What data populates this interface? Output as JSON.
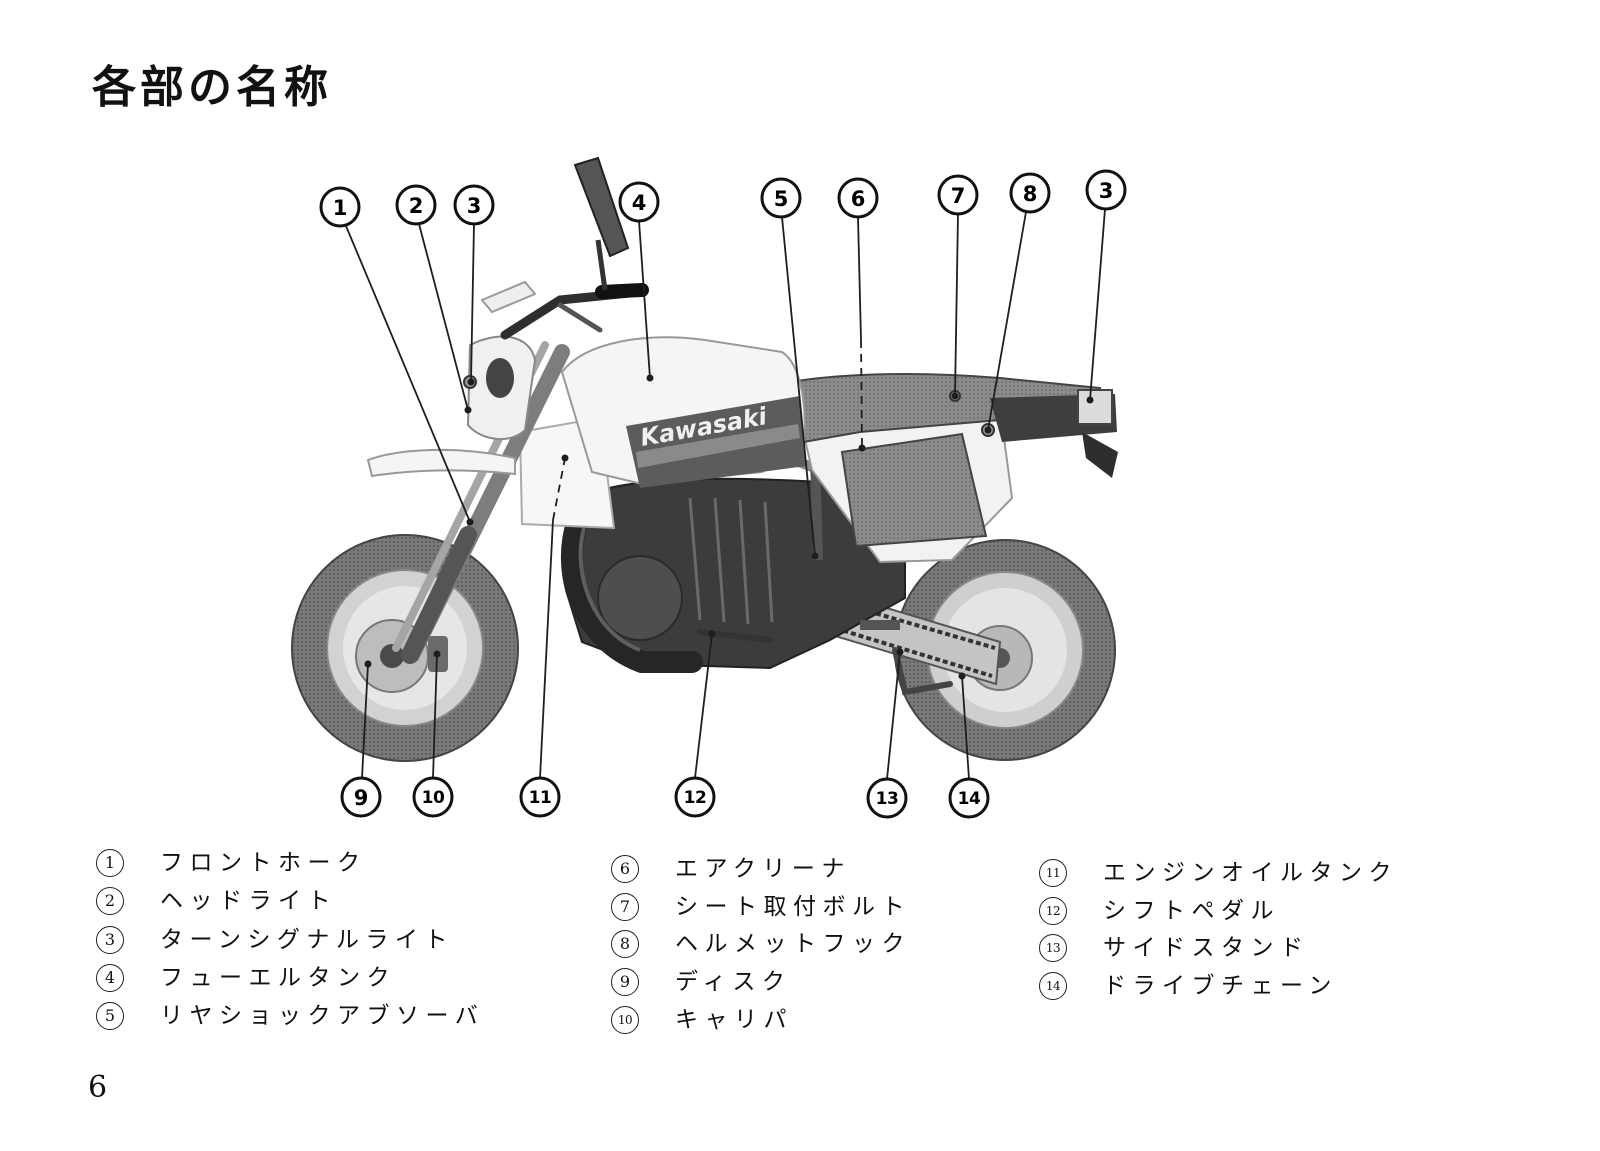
{
  "page": {
    "title": "各部の名称",
    "page_number": "6"
  },
  "figure": {
    "tank_logo": "Kawasaki",
    "callouts_top": [
      "1",
      "2",
      "3",
      "4",
      "5",
      "6",
      "7",
      "8",
      "3"
    ],
    "callouts_bottom": [
      "9",
      "10",
      "11",
      "12",
      "13",
      "14"
    ]
  },
  "legend": {
    "items": [
      {
        "number": "1",
        "label": "フロントホーク"
      },
      {
        "number": "2",
        "label": "ヘッドライト"
      },
      {
        "number": "3",
        "label": "ターンシグナルライト"
      },
      {
        "number": "4",
        "label": "フューエルタンク"
      },
      {
        "number": "5",
        "label": "リヤショックアブソーバ"
      },
      {
        "number": "6",
        "label": "エアクリーナ"
      },
      {
        "number": "7",
        "label": "シート取付ボルト"
      },
      {
        "number": "8",
        "label": "ヘルメットフック"
      },
      {
        "number": "9",
        "label": "ディスク"
      },
      {
        "number": "10",
        "label": "キャリパ"
      },
      {
        "number": "11",
        "label": "エンジンオイルタンク"
      },
      {
        "number": "12",
        "label": "シフトペダル"
      },
      {
        "number": "13",
        "label": "サイドスタンド"
      },
      {
        "number": "14",
        "label": "ドライブチェーン"
      }
    ]
  }
}
